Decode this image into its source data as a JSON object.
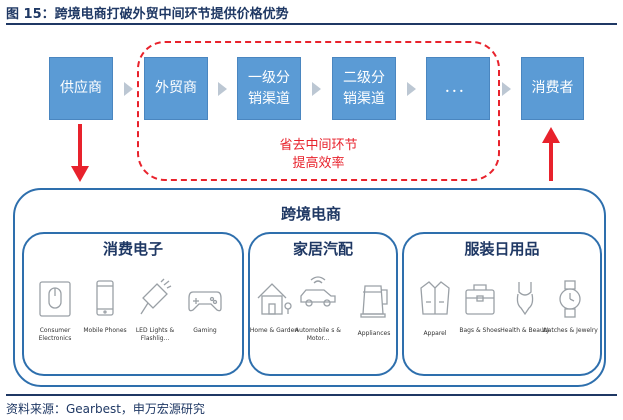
{
  "figure": {
    "title": "图 15：跨境电商打破外贸中间环节提供价格优势"
  },
  "chain": {
    "supplier": "供应商",
    "trader": "外贸商",
    "level1": [
      "一级分",
      "销渠道"
    ],
    "level2": [
      "二级分",
      "销渠道"
    ],
    "more": "．．．",
    "consumer": "消费者"
  },
  "savings": {
    "line1": "省去中间环节",
    "line2": "提高效率"
  },
  "ecommerce": {
    "title": "跨境电商"
  },
  "categories": {
    "electronics": {
      "title": "消费电子",
      "items": [
        {
          "icon": "mouse-icon",
          "label": "Consumer Electronics"
        },
        {
          "icon": "mobile-phone-icon",
          "label": "Mobile Phones"
        },
        {
          "icon": "flashlight-icon",
          "label": "LED Lights & Flashlig..."
        },
        {
          "icon": "gamepad-icon",
          "label": "Gaming"
        }
      ]
    },
    "home": {
      "title": "家居汽配",
      "items": [
        {
          "icon": "house-icon",
          "label": "Home & Garden"
        },
        {
          "icon": "car-icon",
          "label": "Automobile s & Motor..."
        },
        {
          "icon": "kettle-icon",
          "label": "Appliances"
        }
      ]
    },
    "apparel": {
      "title": "服装日用品",
      "items": [
        {
          "icon": "jacket-icon",
          "label": "Apparel"
        },
        {
          "icon": "bag-icon",
          "label": "Bags & Shoes"
        },
        {
          "icon": "swimsuit-icon",
          "label": "Health & Beauty"
        },
        {
          "icon": "watch-icon",
          "label": "Watches & Jewelry"
        }
      ]
    }
  },
  "source": "资料来源：Gearbest，申万宏源研究",
  "colors": {
    "box_fill": "#5b9bd5",
    "accent_red": "#e8222c",
    "frame_blue": "#2e6fad",
    "title_navy": "#1f3864"
  }
}
